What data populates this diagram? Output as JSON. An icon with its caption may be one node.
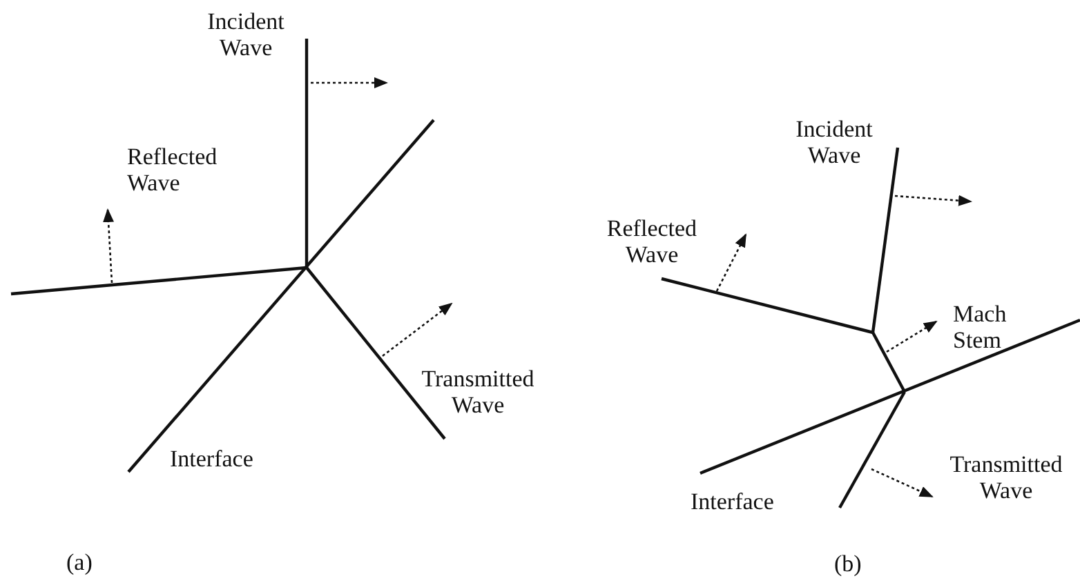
{
  "diagram": {
    "labels": [
      "Incident Wave",
      "Reflected Wave",
      "Transmitted Wave",
      "Interface",
      "(a)",
      "Incident Wave",
      "Reflected Wave",
      "Mach Stem",
      "Interface",
      "Transmitted Wave",
      "(b)"
    ]
  }
}
